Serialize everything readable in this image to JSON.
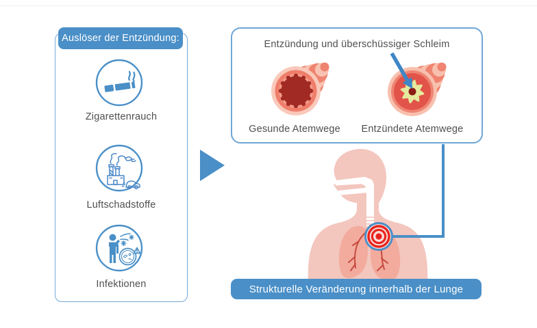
{
  "left_panel": {
    "header": "Auslöser der Entzündung:",
    "items": [
      {
        "label": "Zigarettenrauch",
        "icon": "cigarette-smoke-icon"
      },
      {
        "label": "Luftschadstoffe",
        "icon": "factory-pollution-icon"
      },
      {
        "label": "Infektionen",
        "icon": "infection-icon"
      }
    ]
  },
  "flow": {
    "arrow_icon": "right-triangle-arrow"
  },
  "airways_panel": {
    "title": "Entzündung und überschüssiger Schleim",
    "airways": [
      {
        "label": "Gesunde Atemwege",
        "illustration": "healthy-airway"
      },
      {
        "label": "Entzündete Atemwege",
        "illustration": "inflamed-airway"
      }
    ]
  },
  "body_figure": {
    "illustration": "human-torso-with-lungs",
    "marker": "inflammation-target"
  },
  "banner": {
    "label": "Strukturelle Veränderung innerhalb der Lunge"
  },
  "colors": {
    "primary_blue": "#4a8fc7",
    "panel_border_blue": "#74a9d8",
    "text_gray": "#4f4f4f",
    "body_pink": "#f3c6be",
    "lung_pink": "#f2ab9d",
    "bronchi_red": "#c74b3f",
    "inflammation_red": "#e8241e",
    "airway_wall_salmon": "#ee7e6b",
    "airway_lumen_dark_red": "#a12a25",
    "mucus_yellow_green": "#e6ea9e"
  }
}
